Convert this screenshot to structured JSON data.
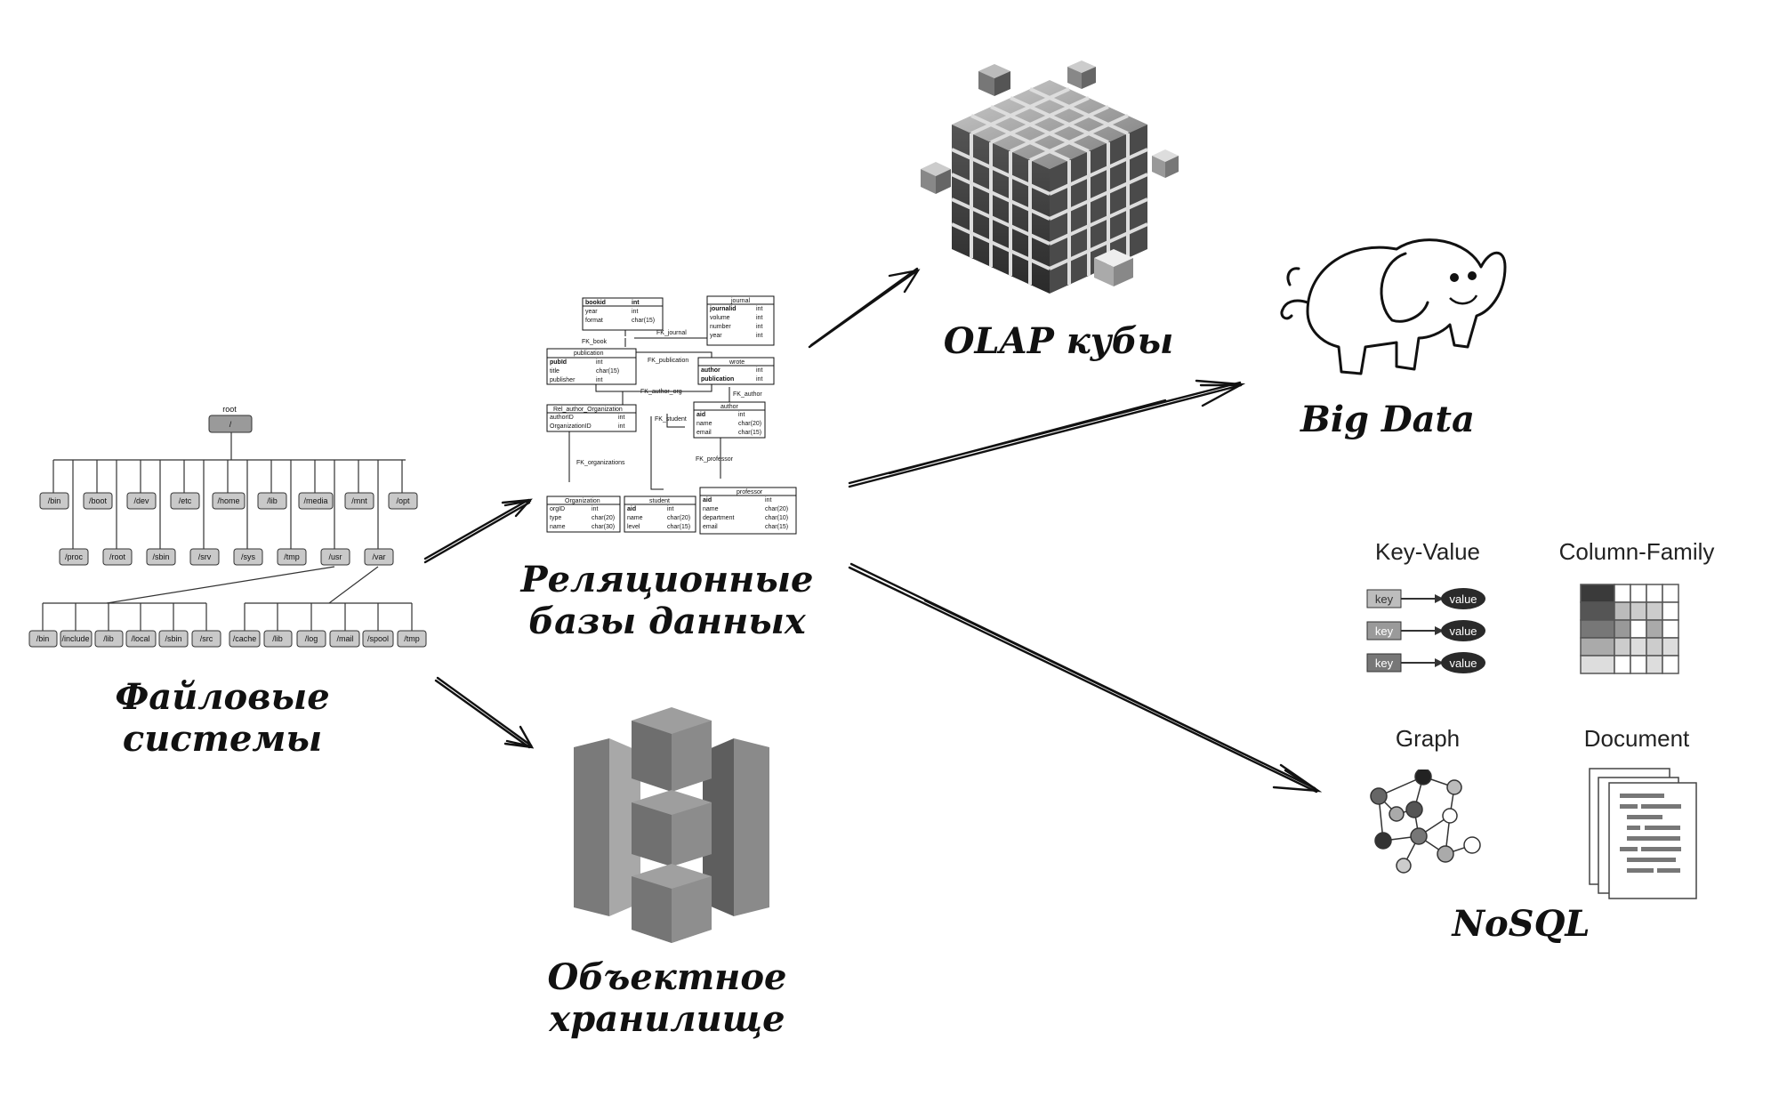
{
  "labels": {
    "filesystems": "Файловые системы",
    "relational": "Реляционные\nбазы данных",
    "object_storage": "Объектное\nхранилище",
    "olap": "OLAP кубы",
    "bigdata": "Big Data",
    "nosql": "NoSQL"
  },
  "fs_tree": {
    "root_caption": "root",
    "root": "/",
    "level1": [
      "/bin",
      "/boot",
      "/dev",
      "/etc",
      "/home",
      "/lib",
      "/media",
      "/mnt",
      "/opt"
    ],
    "level2": [
      "/proc",
      "/root",
      "/sbin",
      "/srv",
      "/sys",
      "/tmp",
      "/usr",
      "/var"
    ],
    "usr_children": [
      "/bin",
      "/include",
      "/lib",
      "/local",
      "/sbin",
      "/src"
    ],
    "var_children": [
      "/cache",
      "/lib",
      "/log",
      "/mail",
      "/spool",
      "/tmp"
    ]
  },
  "er": {
    "book": {
      "rows": [
        [
          "bookid",
          "int"
        ],
        [
          "year",
          "int"
        ],
        [
          "format",
          "char(15)"
        ]
      ]
    },
    "journal": {
      "title": "journal",
      "rows": [
        [
          "journalid",
          "int"
        ],
        [
          "volume",
          "int"
        ],
        [
          "number",
          "int"
        ],
        [
          "year",
          "int"
        ]
      ]
    },
    "publication": {
      "title": "publication",
      "rows": [
        [
          "pubId",
          "int"
        ],
        [
          "title",
          "char(15)"
        ],
        [
          "publisher",
          "int"
        ]
      ]
    },
    "wrote": {
      "title": "wrote",
      "rows": [
        [
          "author",
          "int"
        ],
        [
          "publication",
          "int"
        ]
      ]
    },
    "rel": {
      "title": "Rel_author_Organization",
      "rows": [
        [
          "authorID",
          "int"
        ],
        [
          "OrganizationID",
          "int"
        ]
      ]
    },
    "author": {
      "title": "author",
      "rows": [
        [
          "aid",
          "int"
        ],
        [
          "name",
          "char(20)"
        ],
        [
          "email",
          "char(15)"
        ]
      ]
    },
    "organization": {
      "title": "Organization",
      "rows": [
        [
          "orgID",
          "int"
        ],
        [
          "type",
          "char(20)"
        ],
        [
          "name",
          "char(30)"
        ]
      ]
    },
    "student": {
      "title": "student",
      "rows": [
        [
          "aid",
          "int"
        ],
        [
          "name",
          "char(20)"
        ],
        [
          "level",
          "char(15)"
        ]
      ]
    },
    "professor": {
      "title": "professor",
      "rows": [
        [
          "aid",
          "int"
        ],
        [
          "name",
          "char(20)"
        ],
        [
          "department",
          "char(10)"
        ],
        [
          "email",
          "char(15)"
        ]
      ]
    },
    "fks": {
      "fk_journal": "FK_journal",
      "fk_book": "FK_book",
      "fk_publication": "FK_publication",
      "fk_author_org": "FK_author_org",
      "fk_author": "FK_author",
      "fk_student": "FK_student",
      "fk_professor": "FK_professor",
      "fk_organizations": "FK_organizations"
    }
  },
  "nosql_types": {
    "kv": "Key-Value",
    "cf": "Column-Family",
    "graph": "Graph",
    "doc": "Document",
    "key": "key",
    "value": "value"
  },
  "colors": {
    "ink": "#111111",
    "folder_box": "#c9c9c9",
    "cube_dark": "#2f2f2f",
    "cube_light": "#b8b8b8",
    "s3_mid": "#8a8a8a"
  }
}
